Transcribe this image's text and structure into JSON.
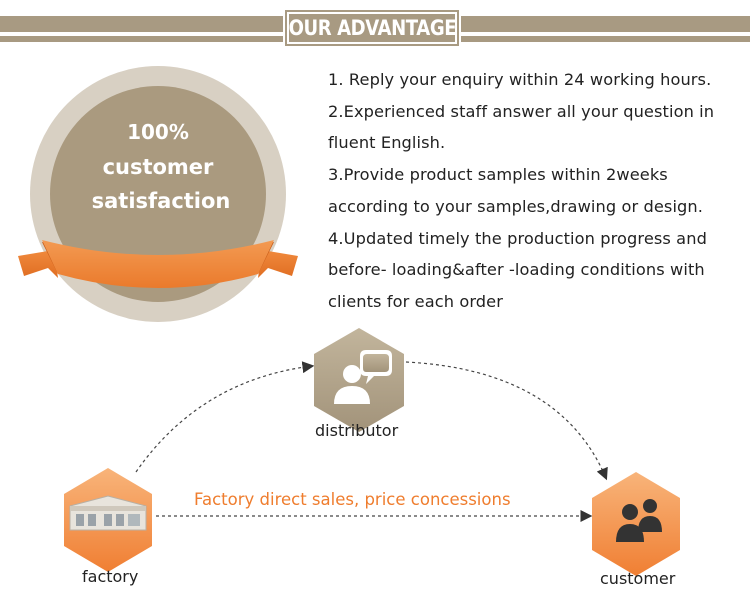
{
  "header": {
    "title": "OUR ADVANTAGE"
  },
  "badge": {
    "line1": "100%",
    "line2": "customer",
    "line3": "satisfaction"
  },
  "advantages": [
    "1. Reply your enquiry within 24 working hours.",
    "2.Experienced staff answer all your question in",
    "fluent English.",
    "3.Provide product samples within 2weeks",
    "according to your samples,drawing or design.",
    "4.Updated timely the production progress and",
    "before- loading&after -loading conditions with",
    "clients for each order"
  ],
  "diagram": {
    "distributor_label": "distributor",
    "factory_label": "factory",
    "customer_label": "customer",
    "direct_sales_text": "Factory direct sales, price concessions"
  },
  "colors": {
    "band": "#a89a82",
    "badge_outer": "#d8d0c3",
    "badge_inner": "#aa9a7f",
    "ribbon": "#f08a3d",
    "orange_accent": "#ef7d2e",
    "hex_distributor": "#b3a58c",
    "hex_orange": "#f39a52"
  },
  "icons": {
    "distributor": "person-speech-bubble-icon",
    "factory": "factory-building-icon",
    "customer": "users-group-icon"
  }
}
